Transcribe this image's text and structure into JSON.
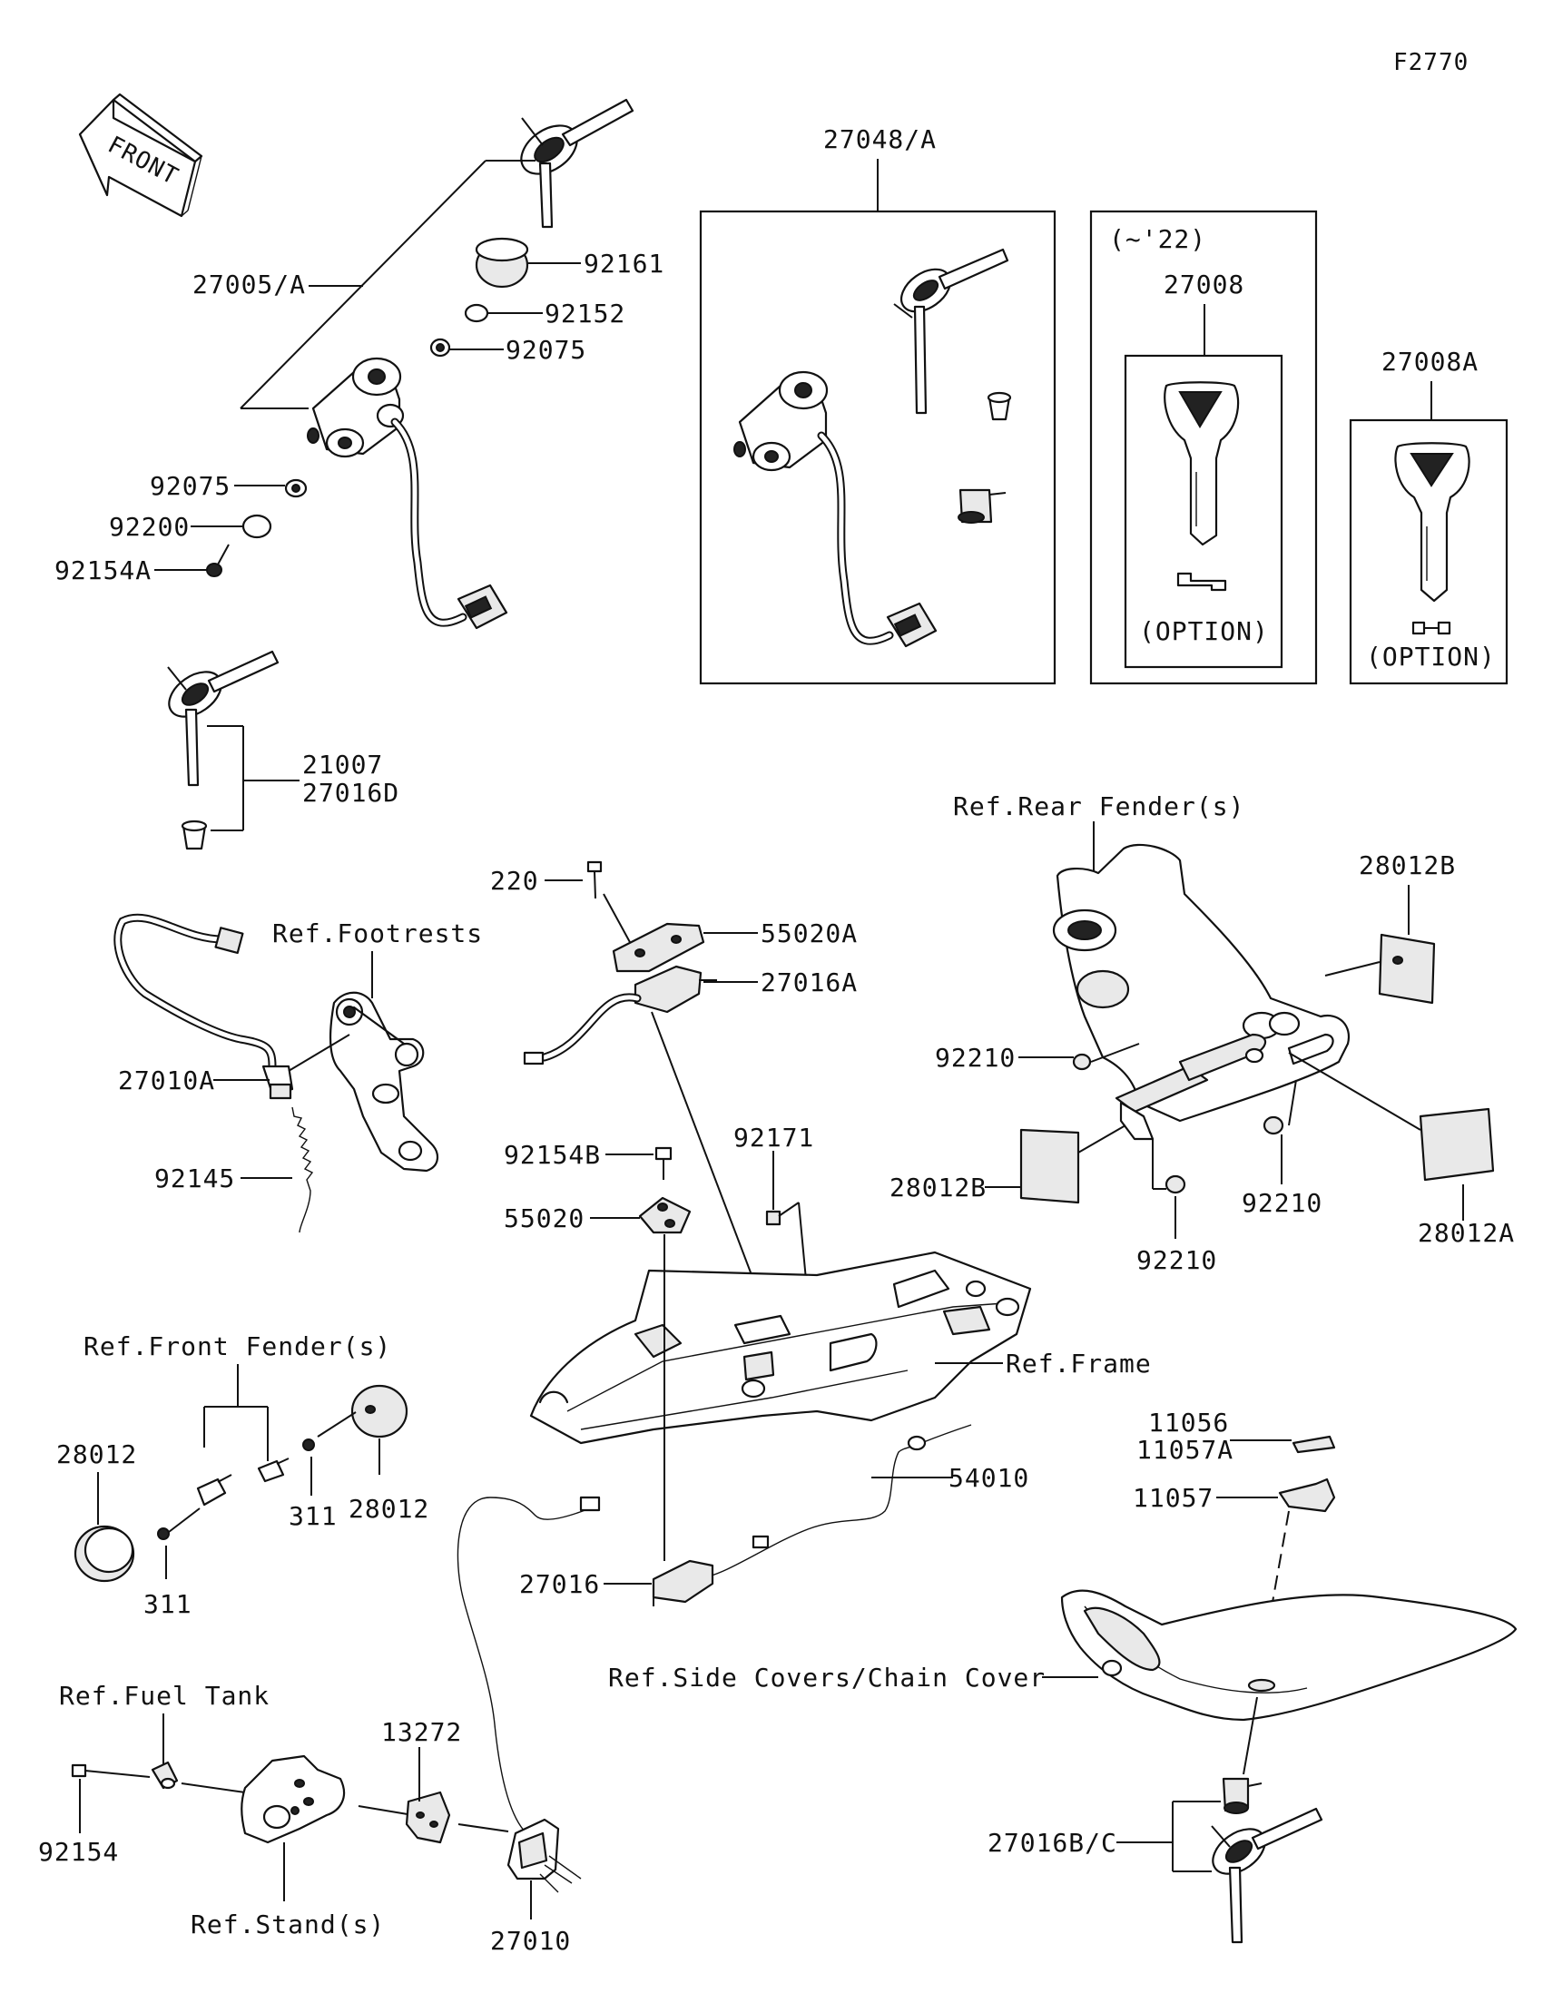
{
  "figure_id": "F2770",
  "front_label": "FRONT",
  "labels": {
    "p27005A": "27005/A",
    "p92161": "92161",
    "p92152": "92152",
    "p92075a": "92075",
    "p92075b": "92075",
    "p92200": "92200",
    "p92154A": "92154A",
    "p21007": "21007",
    "p27016D": "27016D",
    "p27048A": "27048/A",
    "p22": "(~'22)",
    "p27008": "27008",
    "option1": "(OPTION)",
    "p27008A": "27008A",
    "option2": "(OPTION)",
    "refRearFender": "Ref.Rear Fender(s)",
    "p28012B_top": "28012B",
    "p92210a": "92210",
    "p28012B": "28012B",
    "p92210b": "92210",
    "p92210c": "92210",
    "p28012A": "28012A",
    "p220": "220",
    "p55020A": "55020A",
    "p27016A": "27016A",
    "refFootrests": "Ref.Footrests",
    "p27010A": "27010A",
    "p92145": "92145",
    "p92154B": "92154B",
    "p92171": "92171",
    "p55020": "55020",
    "refFrame": "Ref.Frame",
    "refFrontFender": "Ref.Front Fender(s)",
    "p28012a": "28012",
    "p28012b": "28012",
    "p311a": "311",
    "p311b": "311",
    "p11056": "11056",
    "p11057A": "11057A",
    "p11057": "11057",
    "p54010": "54010",
    "p27016": "27016",
    "refSideCovers": "Ref.Side Covers/Chain Cover",
    "refFuelTank": "Ref.Fuel Tank",
    "p13272": "13272",
    "p92154": "92154",
    "refStands": "Ref.Stand(s)",
    "p27010": "27010",
    "p27016BC": "27016B/C"
  }
}
